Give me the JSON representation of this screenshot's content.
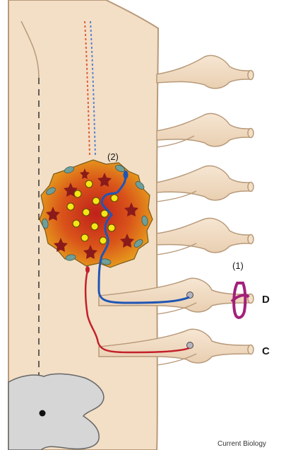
{
  "labels": {
    "site_1": "(1)",
    "site_2": "(2)",
    "root_d": "D",
    "root_c": "C"
  },
  "credit": "Current Biology",
  "colors": {
    "cord": "#f3dfc6",
    "cord_edge": "#b89a7a",
    "grey_matter": "#d6d6d6",
    "lesion_outer": "#e7a21b",
    "lesion_inner": "#c23a14",
    "star_cells": "#8b1a1a",
    "glia": "#6f9f98",
    "yellow_dots": "#f5e616",
    "blue_fiber": "#1f55b5",
    "red_fiber": "#c4202a",
    "magenta_cuff": "#a3207a"
  }
}
